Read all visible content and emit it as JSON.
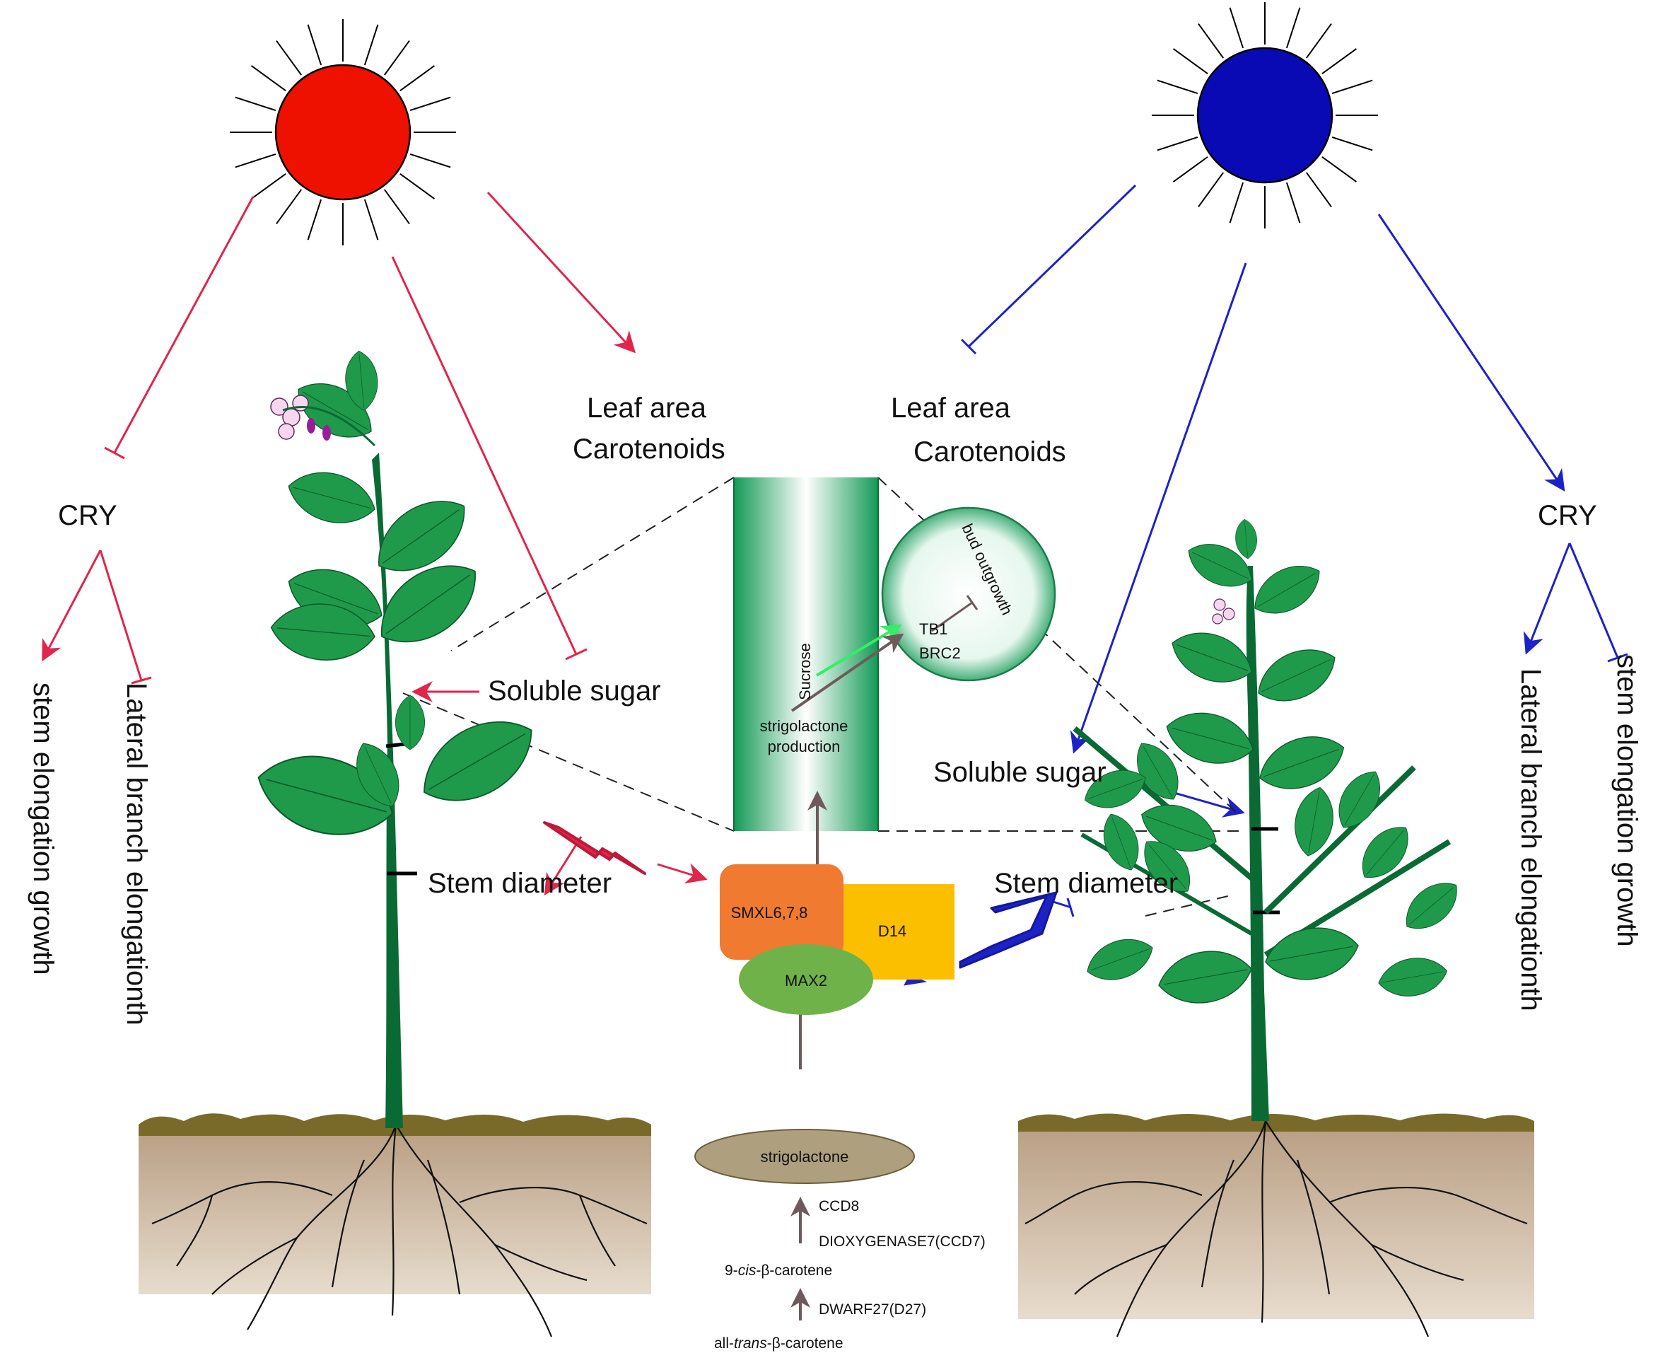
{
  "left_panel": {
    "cry": "CRY",
    "leaf_area": "Leaf area",
    "carotenoids": "Carotenoids",
    "soluble_sugar": "Soluble sugar",
    "stem_diameter": "Stem diameter",
    "stem_elongation": "stem elongation growth",
    "lateral_branch": "Lateral branch elongationth",
    "light_color": "#ee1100"
  },
  "right_panel": {
    "cry": "CRY",
    "leaf_area": "Leaf area",
    "carotenoids": "Carotenoids",
    "soluble_sugar": "Soluble sugar",
    "stem_diameter": "Stem diameter",
    "lateral_branch": "Lateral branch elongationth",
    "stem_elongation": "stem elongation growth",
    "light_color": "#0a0ab4"
  },
  "pathway": {
    "bud_outgrowth": "bud outgrowth",
    "tb1": "TB1",
    "brc2": "BRC2",
    "sucrose": "Sucrose",
    "sl_production_1": "strigolactone",
    "sl_production_2": "production",
    "smxl": "SMXL6,7,8",
    "d14": "D14",
    "max2": "MAX2",
    "strigolactone": "strigolactone",
    "ccd8": "CCD8",
    "ccd7": "DIOXYGENASE7(CCD7)",
    "cis_prefix": "9-",
    "cis_italic": "cis",
    "cis_suffix": "-β-carotene",
    "d27": "DWARF27(D27)",
    "trans_prefix": "all-",
    "trans_italic": "trans",
    "trans_suffix": "-β-carotene"
  },
  "colors": {
    "plant_green": "#1f9a4a",
    "stem_green": "#0a6a34",
    "red_arrow": "#e0264a",
    "blue_arrow": "#1d22c8",
    "pathway_arrow": "#6e5a5a",
    "smxl": "#f07a30",
    "d14": "#fbbf00",
    "max2": "#6fb24a",
    "strigolactone": "#aea07e",
    "soil": "#c8b49c"
  }
}
